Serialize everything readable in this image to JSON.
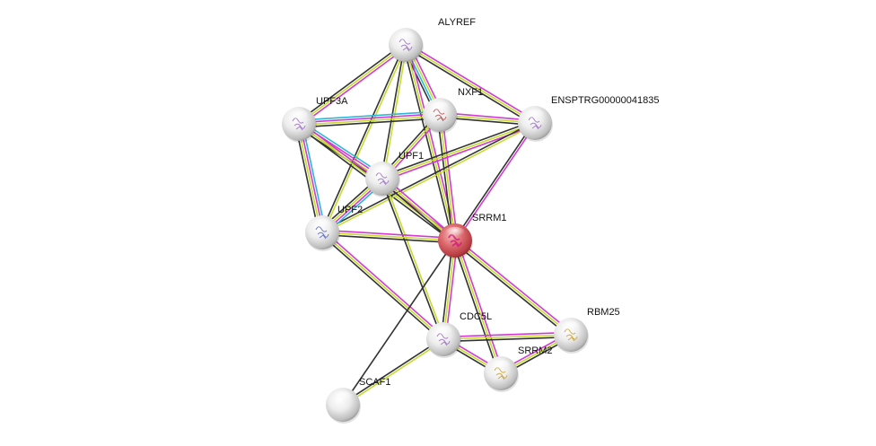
{
  "diagram": {
    "type": "protein-interaction-network",
    "edge_colors": {
      "textmining": "#c5dc2c",
      "coexpression": "#333333",
      "experiments": "#d339d3",
      "databases": "#28b8d8"
    },
    "nodes": [
      {
        "id": "ALYREF",
        "label": "ALYREF",
        "color": "#e8e8e8",
        "query": false,
        "glyph": "#9a6fc0"
      },
      {
        "id": "NXF1",
        "label": "NXF1",
        "color": "#e8e8e8",
        "query": false,
        "glyph": "#b55050"
      },
      {
        "id": "UPF3A",
        "label": "UPF3A",
        "color": "#e8e8e8",
        "query": false,
        "glyph": "#9a6fc0"
      },
      {
        "id": "ENSPTRG00000041835",
        "label": "ENSPTRG00000041835",
        "color": "#e8e8e8",
        "query": false,
        "glyph": "#9a6fc0"
      },
      {
        "id": "UPF1",
        "label": "UPF1",
        "color": "#e8e8e8",
        "query": false,
        "glyph": "#9a6fc0"
      },
      {
        "id": "UPF2",
        "label": "UPF2",
        "color": "#e8e8e8",
        "query": false,
        "glyph": "#5566cc"
      },
      {
        "id": "SRRM1",
        "label": "SRRM1",
        "color": "#d9585e",
        "query": true,
        "glyph": "#d0207a"
      },
      {
        "id": "CDC5L",
        "label": "CDC5L",
        "color": "#e8e8e8",
        "query": false,
        "glyph": "#9a6fc0"
      },
      {
        "id": "RBM25",
        "label": "RBM25",
        "color": "#e8e8e8",
        "query": false,
        "glyph": "#c8a030"
      },
      {
        "id": "SRRM2",
        "label": "SRRM2",
        "color": "#e8e8e8",
        "query": false,
        "glyph": "#c8a030"
      },
      {
        "id": "SCAF1",
        "label": "SCAF1",
        "color": "#e8e8e8",
        "query": false,
        "glyph": ""
      }
    ],
    "edges": [
      {
        "a": "ALYREF",
        "b": "NXF1",
        "types": [
          "experiments",
          "textmining",
          "databases",
          "coexpression"
        ]
      },
      {
        "a": "ALYREF",
        "b": "UPF3A",
        "types": [
          "experiments",
          "textmining",
          "coexpression"
        ]
      },
      {
        "a": "ALYREF",
        "b": "ENSPTRG00000041835",
        "types": [
          "experiments",
          "textmining",
          "coexpression"
        ]
      },
      {
        "a": "ALYREF",
        "b": "UPF1",
        "types": [
          "textmining",
          "coexpression"
        ]
      },
      {
        "a": "ALYREF",
        "b": "UPF2",
        "types": [
          "textmining",
          "coexpression"
        ]
      },
      {
        "a": "ALYREF",
        "b": "SRRM1",
        "types": [
          "experiments",
          "textmining",
          "coexpression"
        ]
      },
      {
        "a": "NXF1",
        "b": "UPF3A",
        "types": [
          "coexpression",
          "textmining",
          "experiments",
          "databases"
        ]
      },
      {
        "a": "NXF1",
        "b": "ENSPTRG00000041835",
        "types": [
          "experiments",
          "textmining",
          "coexpression"
        ]
      },
      {
        "a": "NXF1",
        "b": "UPF1",
        "types": [
          "experiments",
          "textmining",
          "coexpression"
        ]
      },
      {
        "a": "NXF1",
        "b": "SRRM1",
        "types": [
          "experiments",
          "textmining",
          "coexpression"
        ]
      },
      {
        "a": "UPF3A",
        "b": "UPF1",
        "types": [
          "databases",
          "experiments",
          "textmining",
          "coexpression"
        ]
      },
      {
        "a": "UPF3A",
        "b": "UPF2",
        "types": [
          "databases",
          "experiments",
          "textmining",
          "coexpression"
        ]
      },
      {
        "a": "UPF3A",
        "b": "SRRM1",
        "types": [
          "experiments",
          "textmining",
          "coexpression"
        ]
      },
      {
        "a": "ENSPTRG00000041835",
        "b": "UPF1",
        "types": [
          "experiments",
          "textmining",
          "coexpression"
        ]
      },
      {
        "a": "ENSPTRG00000041835",
        "b": "UPF2",
        "types": [
          "textmining",
          "coexpression"
        ]
      },
      {
        "a": "ENSPTRG00000041835",
        "b": "SRRM1",
        "types": [
          "experiments",
          "coexpression"
        ]
      },
      {
        "a": "UPF1",
        "b": "UPF2",
        "types": [
          "databases",
          "experiments",
          "textmining",
          "coexpression"
        ]
      },
      {
        "a": "UPF1",
        "b": "SRRM1",
        "types": [
          "experiments",
          "textmining",
          "coexpression"
        ]
      },
      {
        "a": "UPF1",
        "b": "CDC5L",
        "types": [
          "textmining",
          "coexpression"
        ]
      },
      {
        "a": "UPF2",
        "b": "SRRM1",
        "types": [
          "experiments",
          "textmining",
          "coexpression"
        ]
      },
      {
        "a": "UPF2",
        "b": "CDC5L",
        "types": [
          "experiments",
          "textmining",
          "coexpression"
        ]
      },
      {
        "a": "SRRM1",
        "b": "CDC5L",
        "types": [
          "experiments",
          "textmining",
          "coexpression"
        ]
      },
      {
        "a": "SRRM1",
        "b": "RBM25",
        "types": [
          "experiments",
          "textmining",
          "coexpression"
        ]
      },
      {
        "a": "SRRM1",
        "b": "SRRM2",
        "types": [
          "experiments",
          "textmining",
          "coexpression"
        ]
      },
      {
        "a": "SRRM1",
        "b": "SCAF1",
        "types": [
          "coexpression"
        ]
      },
      {
        "a": "CDC5L",
        "b": "RBM25",
        "types": [
          "experiments",
          "textmining",
          "coexpression"
        ]
      },
      {
        "a": "CDC5L",
        "b": "SRRM2",
        "types": [
          "experiments",
          "textmining",
          "coexpression"
        ]
      },
      {
        "a": "CDC5L",
        "b": "SCAF1",
        "types": [
          "textmining",
          "coexpression"
        ]
      },
      {
        "a": "SRRM2",
        "b": "RBM25",
        "types": [
          "experiments",
          "textmining",
          "coexpression"
        ]
      }
    ]
  }
}
